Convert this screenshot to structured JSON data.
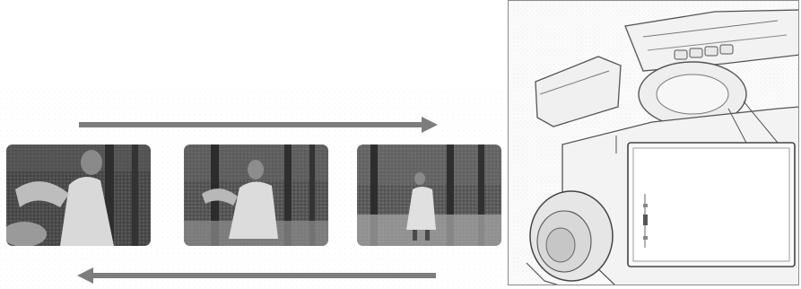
{
  "figure": {
    "frames": [
      {
        "name": "frame-1",
        "subject": "person-dancing-close"
      },
      {
        "name": "frame-2",
        "subject": "person-dancing-mid"
      },
      {
        "name": "frame-3",
        "subject": "person-dancing-far"
      }
    ],
    "arrows": {
      "top_direction": "right",
      "bottom_direction": "left"
    },
    "camera": {
      "lcd_label": ""
    }
  },
  "colors": {
    "arrow": "#7d7d7d",
    "frame_dark": "#3c3c3c",
    "frame_light": "#d8d8d8",
    "panel_border": "#8a8a8a"
  }
}
